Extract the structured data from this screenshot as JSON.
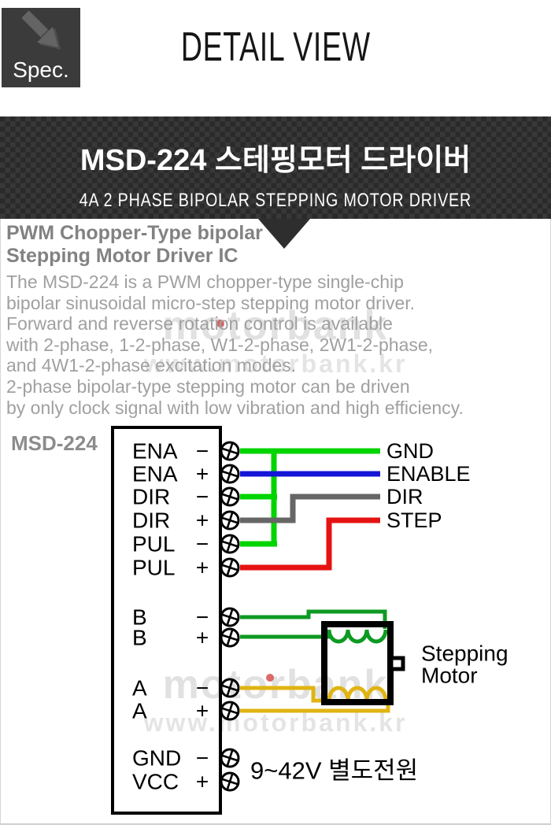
{
  "header": {
    "spec_badge_label": "Spec.",
    "title": "DETAIL VIEW"
  },
  "banner": {
    "title": "MSD-224 스테핑모터 드라이버",
    "subtitle": "4A 2 PHASE BIPOLAR STEPPING MOTOR DRIVER",
    "bg_color": "#2e2e2e"
  },
  "intro": {
    "heading_line1": "PWM Chopper-Type bipolar",
    "heading_line2": "Stepping Motor Driver IC",
    "paragraph_lines": [
      "The MSD-224 is a PWM chopper-type single-chip",
      "bipolar sinusoidal micro-step stepping motor driver.",
      "Forward and reverse rotation control is available",
      "with 2-phase, 1-2-phase, W1-2-phase, 2W1-2-phase,",
      "and 4W1-2-phase excitation modes.",
      "2-phase bipolar-type stepping motor can be driven",
      "by only clock signal with low vibration and high efficiency."
    ]
  },
  "watermark": {
    "brand": "motorbank",
    "url": "www.motorbank.kr"
  },
  "diagram": {
    "device_label": "MSD-224",
    "terminals": [
      {
        "name": "ENA",
        "sign": "−"
      },
      {
        "name": "ENA",
        "sign": "+"
      },
      {
        "name": "DIR",
        "sign": "−"
      },
      {
        "name": "DIR",
        "sign": "+"
      },
      {
        "name": "PUL",
        "sign": "−"
      },
      {
        "name": "PUL",
        "sign": "+"
      },
      {
        "name": "B",
        "sign": "−"
      },
      {
        "name": "B",
        "sign": "+"
      },
      {
        "name": "A",
        "sign": "−"
      },
      {
        "name": "A",
        "sign": "+"
      },
      {
        "name": "GND",
        "sign": "−"
      },
      {
        "name": "VCC",
        "sign": "+"
      }
    ],
    "signal_labels": [
      "GND",
      "ENABLE",
      "DIR",
      "STEP"
    ],
    "motor_label_line1": "Stepping",
    "motor_label_line2": "Motor",
    "power_label": "9~42V 별도전원",
    "wire_colors": {
      "gnd": "#00d500",
      "enable": "#1515d8",
      "dir": "#666666",
      "step": "#e51212",
      "phase_b": "#0d9a22",
      "phase_a": "#e0b412"
    },
    "vcc_color": "#e81515"
  }
}
